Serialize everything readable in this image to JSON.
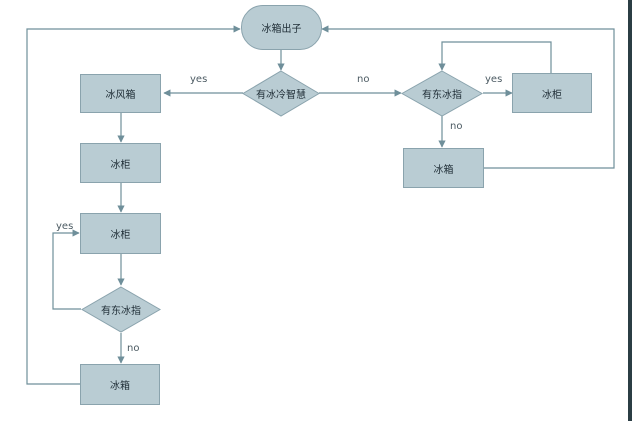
{
  "nodes": {
    "start": {
      "label": "冰箱出子"
    },
    "d_top": {
      "label": "有冰冷智慧"
    },
    "d_right": {
      "label": "有东冰指"
    },
    "r_right_yes": {
      "label": "冰柜"
    },
    "r_right_no": {
      "label": "冰箱"
    },
    "r_left1": {
      "label": "冰风箱"
    },
    "r_left2": {
      "label": "冰柜"
    },
    "r_left3": {
      "label": "冰柜"
    },
    "d_left": {
      "label": "有东冰指"
    },
    "r_left_end": {
      "label": "冰箱"
    }
  },
  "edge_labels": {
    "top_yes": "yes",
    "top_no": "no",
    "right_yes": "yes",
    "right_no": "no",
    "left_yes": "yes",
    "left_no": "no"
  },
  "colors": {
    "node_fill": "#b9ccd3",
    "node_border": "#8aa3ad",
    "edge": "#6f8f9a"
  }
}
